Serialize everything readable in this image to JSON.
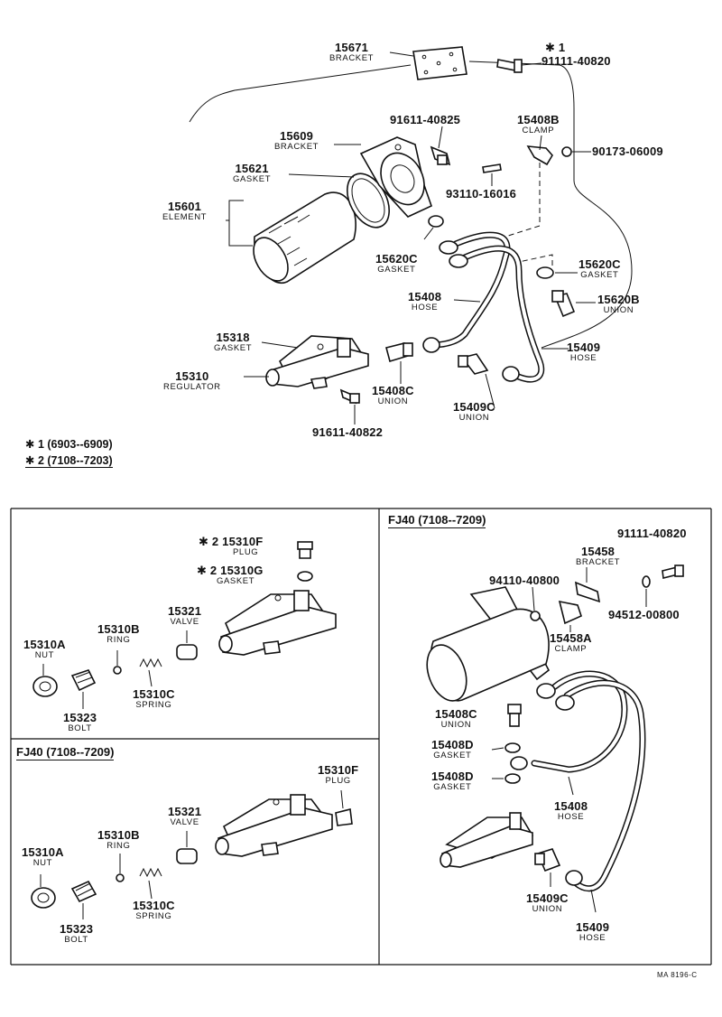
{
  "notes": {
    "n1": "✱ 1  (6903--6909)",
    "n2": "✱ 2  (7108--7203)"
  },
  "box_titles": {
    "right": "FJ40 (7108--7209)",
    "bottom_left": "FJ40 (7108--7209)"
  },
  "code": "MA  8196-C",
  "labels": {
    "t_15671": {
      "pn": "15671",
      "nm": "BRACKET"
    },
    "t_star1": {
      "pn": "✱ 1",
      "nm": ""
    },
    "t_91111": {
      "pn": "91111-40820",
      "nm": ""
    },
    "t_15609": {
      "pn": "15609",
      "nm": "BRACKET"
    },
    "t_91611a": {
      "pn": "91611-40825",
      "nm": ""
    },
    "t_15408b": {
      "pn": "15408B",
      "nm": "CLAMP"
    },
    "t_90173": {
      "pn": "90173-06009",
      "nm": ""
    },
    "t_15621": {
      "pn": "15621",
      "nm": "GASKET"
    },
    "t_93110": {
      "pn": "93110-16016",
      "nm": ""
    },
    "t_15601": {
      "pn": "15601",
      "nm": "ELEMENT"
    },
    "t_15620c_a": {
      "pn": "15620C",
      "nm": "GASKET"
    },
    "t_15620c_b": {
      "pn": "15620C",
      "nm": "GASKET"
    },
    "t_15620b": {
      "pn": "15620B",
      "nm": "UNION"
    },
    "t_15408": {
      "pn": "15408",
      "nm": "HOSE"
    },
    "t_15318": {
      "pn": "15318",
      "nm": "GASKET"
    },
    "t_15409": {
      "pn": "15409",
      "nm": "HOSE"
    },
    "t_15310": {
      "pn": "15310",
      "nm": "REGULATOR"
    },
    "t_15408c": {
      "pn": "15408C",
      "nm": "UNION"
    },
    "t_15409c": {
      "pn": "15409C",
      "nm": "UNION"
    },
    "t_91611b": {
      "pn": "91611-40822",
      "nm": ""
    },
    "m_15310f": {
      "pn": "✱ 2  15310F",
      "nm": "PLUG"
    },
    "m_15310g": {
      "pn": "✱ 2  15310G",
      "nm": "GASKET"
    },
    "m_15321": {
      "pn": "15321",
      "nm": "VALVE"
    },
    "m_15310a": {
      "pn": "15310A",
      "nm": "NUT"
    },
    "m_15310b": {
      "pn": "15310B",
      "nm": "RING"
    },
    "m_15310c": {
      "pn": "15310C",
      "nm": "SPRING"
    },
    "m_15323": {
      "pn": "15323",
      "nm": "BOLT"
    },
    "b_15310f": {
      "pn": "15310F",
      "nm": "PLUG"
    },
    "b_15321": {
      "pn": "15321",
      "nm": "VALVE"
    },
    "b_15310b": {
      "pn": "15310B",
      "nm": "RING"
    },
    "b_15310a": {
      "pn": "15310A",
      "nm": "NUT"
    },
    "b_15310c": {
      "pn": "15310C",
      "nm": "SPRING"
    },
    "b_15323": {
      "pn": "15323",
      "nm": "BOLT"
    },
    "r_91111": {
      "pn": "91111-40820",
      "nm": ""
    },
    "r_15458": {
      "pn": "15458",
      "nm": "BRACKET"
    },
    "r_94110": {
      "pn": "94110-40800",
      "nm": ""
    },
    "r_94512": {
      "pn": "94512-00800",
      "nm": ""
    },
    "r_15458a": {
      "pn": "15458A",
      "nm": "CLAMP"
    },
    "r_15408c": {
      "pn": "15408C",
      "nm": "UNION"
    },
    "r_15408d_a": {
      "pn": "15408D",
      "nm": "GASKET"
    },
    "r_15408d_b": {
      "pn": "15408D",
      "nm": "GASKET"
    },
    "r_15408": {
      "pn": "15408",
      "nm": "HOSE"
    },
    "r_15409c": {
      "pn": "15409C",
      "nm": "UNION"
    },
    "r_15409": {
      "pn": "15409",
      "nm": "HOSE"
    }
  }
}
